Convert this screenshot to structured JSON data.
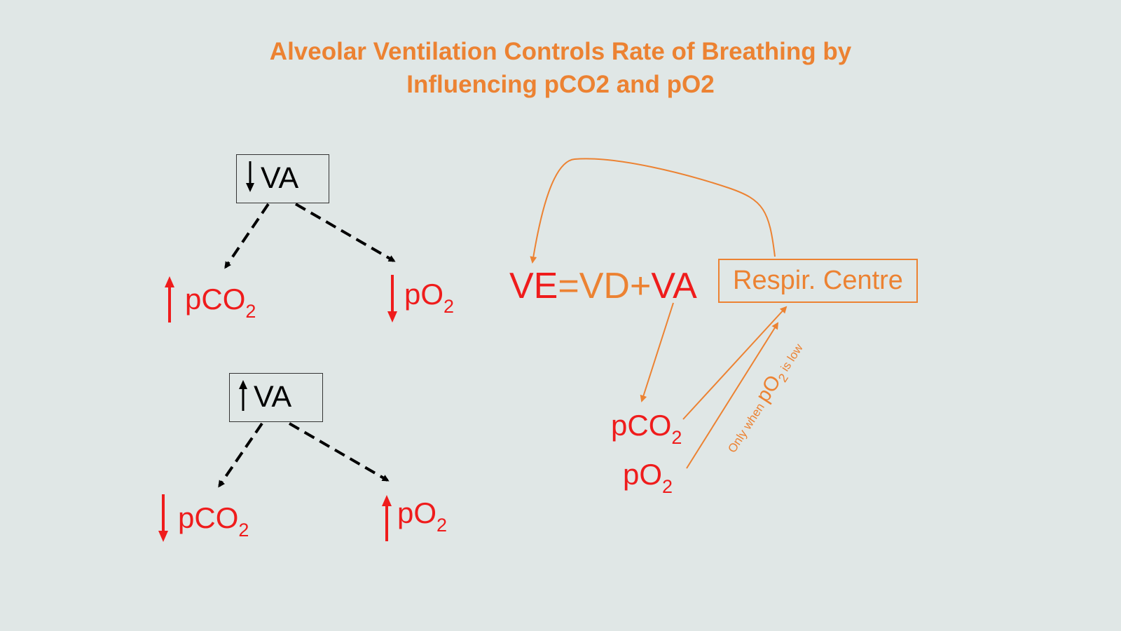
{
  "title": {
    "line1": "Alveolar Ventilation Controls Rate of Breathing by",
    "line2": "Influencing pCO2 and pO2"
  },
  "colors": {
    "title": "#ec8232",
    "red": "#ef1c1c",
    "orange": "#ec8232",
    "background": "#e0e7e6"
  },
  "top_tree": {
    "box_label": "VA",
    "box_arrow": "down",
    "left": {
      "base": "pCO",
      "sub": "2",
      "arrow": "up"
    },
    "right": {
      "base": "pO",
      "sub": "2",
      "arrow": "down"
    }
  },
  "bottom_tree": {
    "box_label": "VA",
    "box_arrow": "up",
    "left": {
      "base": "pCO",
      "sub": "2",
      "arrow": "down"
    },
    "right": {
      "base": "pO",
      "sub": "2",
      "arrow": "up"
    }
  },
  "equation": {
    "ve": "VE",
    "equals_vd_plus": "=VD+",
    "va": "VA"
  },
  "respir_centre": "Respir. Centre",
  "feedback": {
    "pco2": {
      "base": "pCO",
      "sub": "2"
    },
    "po2": {
      "base": "pO",
      "sub": "2"
    },
    "note_prefix": "Only when ",
    "note_gas": "pO",
    "note_sub": "2",
    "note_suffix": " is low"
  }
}
